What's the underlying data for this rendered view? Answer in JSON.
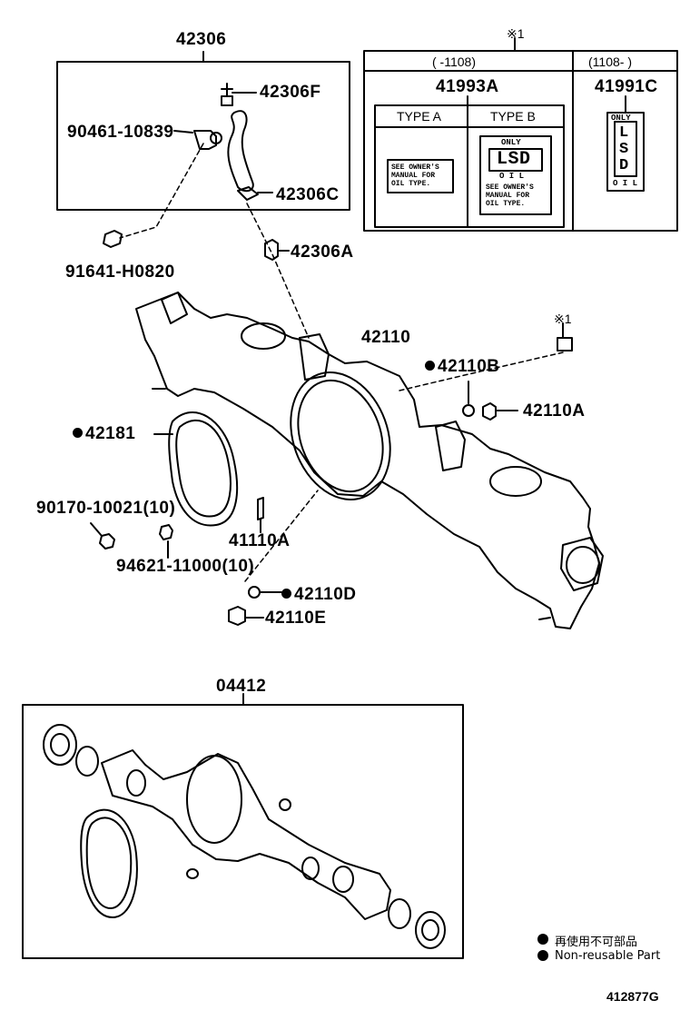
{
  "diagram_id": "412877G",
  "callouts": {
    "c42306": "42306",
    "c42306F": "42306F",
    "c90461": "90461-10839",
    "c42306C": "42306C",
    "c91641": "91641-H0820",
    "c42306A": "42306A",
    "c42110": "42110",
    "c42110B": "42110B",
    "c42110A": "42110A",
    "c42181": "42181",
    "c90170": "90170-10021(10)",
    "c41110A": "41110A",
    "c94621": "94621-11000(10)",
    "c42110D": "42110D",
    "c42110E": "42110E",
    "c04412": "04412"
  },
  "label_table": {
    "note_mark": "※1",
    "range_left": "(     -1108)",
    "range_right": "(1108-     )",
    "part_left": "41993A",
    "part_right": "41991C",
    "type_a": "TYPE A",
    "type_b": "TYPE B",
    "type_a_text": "SEE OWNER'S\nMANUAL FOR\nOIL TYPE.",
    "type_b_only": "ONLY",
    "type_b_lsd": "LSD",
    "type_b_oil": "O I L",
    "type_b_text": "SEE OWNER'S\nMANUAL FOR\nOIL TYPE.",
    "c_only": "ONLY",
    "c_lsd_l": "L",
    "c_lsd_s": "S",
    "c_lsd_d": "D",
    "c_oil": "O I L"
  },
  "note_mark_axle": "※1",
  "legend": {
    "jp": "再使用不可部品",
    "en": "Non-reusable Part"
  }
}
